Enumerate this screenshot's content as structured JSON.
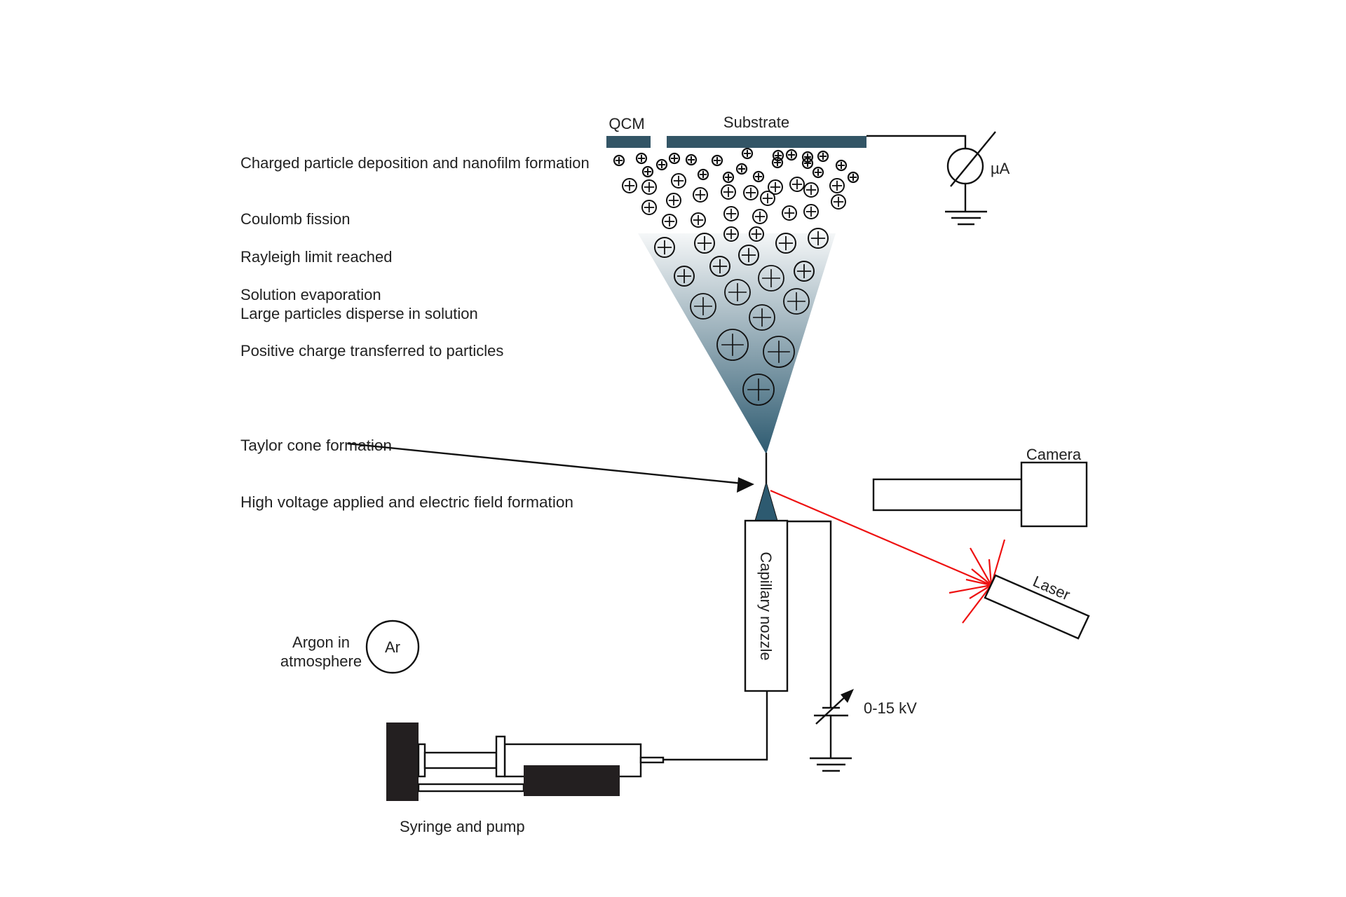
{
  "title": "Electrospray deposition setup schematic",
  "colors": {
    "plate": "#335566",
    "cone_top": "#f5f7f8",
    "cone_bottom": "#2d5a70",
    "laser_beam": "#ee1111",
    "line": "#111111",
    "pump": "#231f20",
    "rod": "#c0c0c0"
  },
  "process_steps": [
    "Charged particle deposition and nanofilm formation",
    "Coulomb fission",
    "Rayleigh limit reached",
    "Solution evaporation",
    "Large particles disperse in solution",
    "Positive charge transferred to particles",
    "Taylor cone formation",
    "High voltage applied and electric field formation"
  ],
  "labels": {
    "qcm": "QCM",
    "substrate": "Substrate",
    "ammeter_unit": "µA",
    "camera": "Camera",
    "laser": "Laser",
    "nozzle": "Capillary nozzle",
    "voltage": "0-15 kV",
    "argon_line1": "Argon in",
    "argon_line2": "atmosphere",
    "argon_symbol": "Ar",
    "syringe": "Syringe and pump"
  },
  "icons": {
    "ammeter": "ammeter-icon",
    "ground": "ground-icon",
    "variable_capacitor": "variable-voltage-source-icon",
    "particle": "positive-charge-icon",
    "arrow": "arrow-icon"
  }
}
